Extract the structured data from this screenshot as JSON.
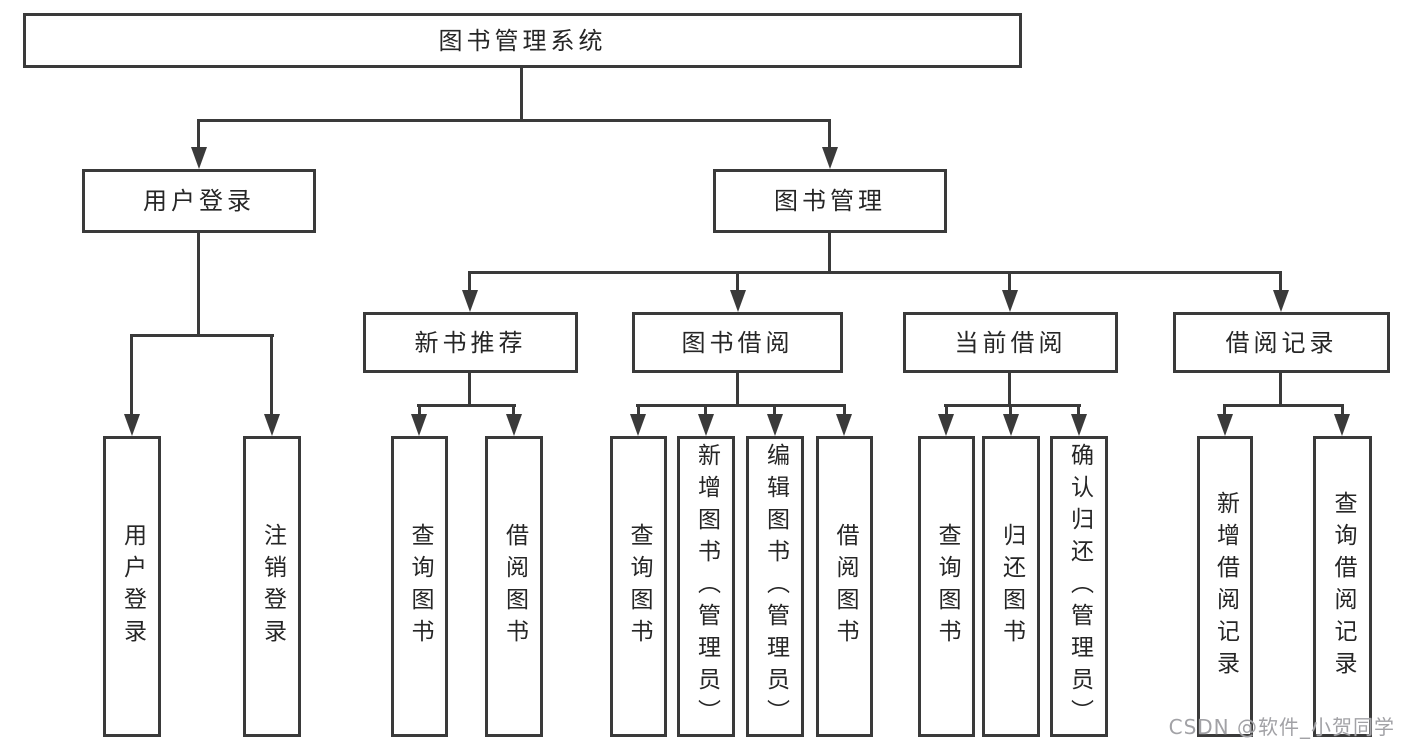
{
  "diagram": {
    "root": {
      "label": "图书管理系统"
    },
    "branches": [
      {
        "label": "用户登录",
        "children": [
          {
            "label": "用户登录"
          },
          {
            "label": "注销登录"
          }
        ]
      },
      {
        "label": "图书管理",
        "children": [
          {
            "label": "新书推荐",
            "children": [
              {
                "label": "查询图书"
              },
              {
                "label": "借阅图书"
              }
            ]
          },
          {
            "label": "图书借阅",
            "children": [
              {
                "label": "查询图书"
              },
              {
                "label": "新增图书（管理员）"
              },
              {
                "label": "编辑图书（管理员）"
              },
              {
                "label": "借阅图书"
              }
            ]
          },
          {
            "label": "当前借阅",
            "children": [
              {
                "label": "查询图书"
              },
              {
                "label": "归还图书"
              },
              {
                "label": "确认归还（管理员）"
              }
            ]
          },
          {
            "label": "借阅记录",
            "children": [
              {
                "label": "新增借阅记录"
              },
              {
                "label": "查询借阅记录"
              }
            ]
          }
        ]
      }
    ],
    "colors": {
      "line": "#3a3a3a",
      "text": "#262626",
      "background": "#ffffff",
      "watermark": "#a2a2a6"
    }
  },
  "watermark": {
    "text": "CSDN @软件_小贺同学"
  }
}
